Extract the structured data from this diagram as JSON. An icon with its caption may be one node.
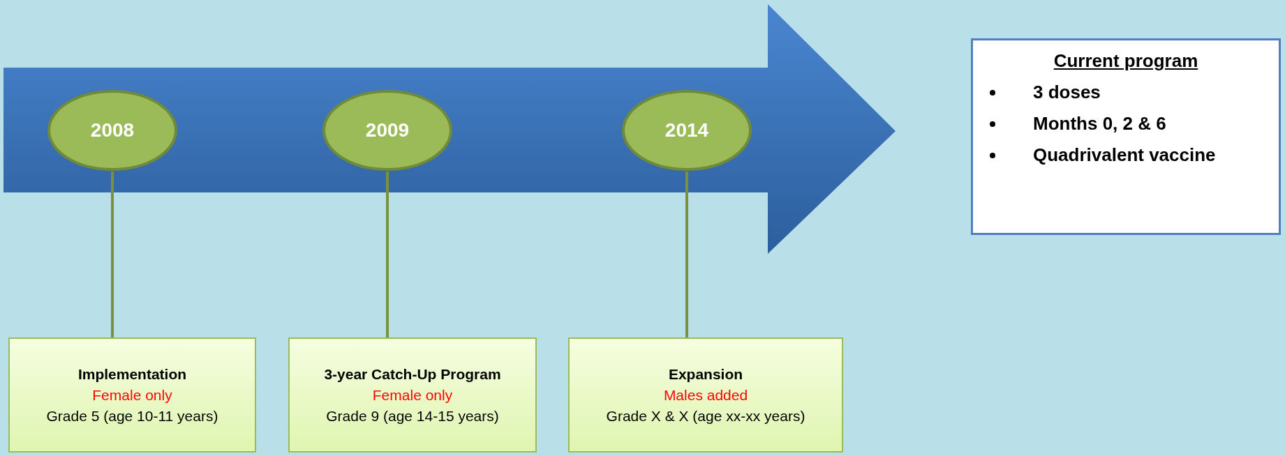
{
  "diagram": {
    "nodes": [
      {
        "text": [],
        "shape": "arrow"
      },
      {
        "text": [
          "2008"
        ],
        "in": 0
      },
      {
        "text": [
          "2009"
        ],
        "in": 0
      },
      {
        "text": [
          "2014"
        ],
        "in": 0
      },
      {
        "text": [
          "Implementation",
          "Female only",
          "Grade 5 (age 10-11 years)"
        ]
      },
      {
        "text": [
          "3-year Catch-Up Program",
          "Female only",
          "Grade 9 (age 14-15 years)"
        ]
      },
      {
        "text": [
          "Expansion",
          "Males added",
          "Grade X & X (age xx-xx years)"
        ]
      },
      {
        "text": [
          "Current program",
          "3 doses",
          "Months 0, 2 & 6",
          "Quadrivalent vaccine"
        ]
      }
    ],
    "edges": [
      {
        "from": 1,
        "to": 4,
        "arrow": "none"
      },
      {
        "from": 2,
        "to": 5,
        "arrow": "none"
      },
      {
        "from": 3,
        "to": 6,
        "arrow": "none"
      }
    ]
  }
}
